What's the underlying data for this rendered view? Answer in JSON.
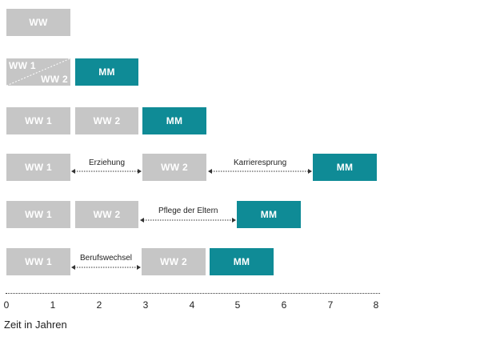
{
  "rows": [
    {
      "boxes": [
        {
          "label": "WW",
          "kind": "ww"
        }
      ]
    },
    {
      "boxes": [
        {
          "label_a": "WW 1",
          "label_b": "WW 2",
          "kind": "split"
        },
        {
          "label": "MM",
          "kind": "mm"
        }
      ]
    },
    {
      "boxes": [
        {
          "label": "WW 1",
          "kind": "ww"
        },
        {
          "label": "WW 2",
          "kind": "ww"
        },
        {
          "label": "MM",
          "kind": "mm"
        }
      ]
    },
    {
      "boxes": [
        {
          "label": "WW 1",
          "kind": "ww"
        },
        {
          "label": "WW 2",
          "kind": "ww"
        },
        {
          "label": "MM",
          "kind": "mm"
        }
      ],
      "gaps": [
        "Erziehung",
        "Karrieresprung"
      ]
    },
    {
      "boxes": [
        {
          "label": "WW 1",
          "kind": "ww"
        },
        {
          "label": "WW 2",
          "kind": "ww"
        },
        {
          "label": "MM",
          "kind": "mm"
        }
      ],
      "gaps": [
        "Pflege der Eltern"
      ]
    },
    {
      "boxes": [
        {
          "label": "WW 1",
          "kind": "ww"
        },
        {
          "label": "WW 2",
          "kind": "ww"
        },
        {
          "label": "MM",
          "kind": "mm"
        }
      ],
      "gaps": [
        "Berufswechsel"
      ]
    }
  ],
  "axis": {
    "ticks": [
      "0",
      "1",
      "2",
      "3",
      "4",
      "5",
      "6",
      "7",
      "8"
    ],
    "title": "Zeit in Jahren"
  },
  "colors": {
    "ww": "#c6c6c6",
    "mm": "#0f8b96"
  }
}
